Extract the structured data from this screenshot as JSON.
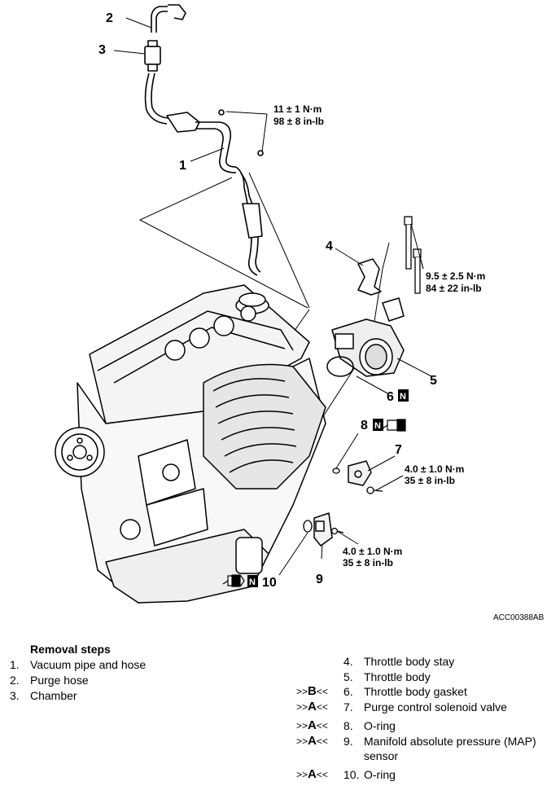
{
  "diagram": {
    "callouts": [
      "1",
      "2",
      "3",
      "4",
      "5",
      "6",
      "7",
      "8",
      "9",
      "10"
    ],
    "torques": [
      {
        "nm": "11 ± 1 N·m",
        "inlb": "98 ± 8 in-lb"
      },
      {
        "nm": "9.5 ± 2.5 N·m",
        "inlb": "84 ± 22 in-lb"
      },
      {
        "nm": "4.0 ± 1.0 N·m",
        "inlb": "35 ± 8 in-lb"
      },
      {
        "nm": "4.0 ± 1.0 N·m",
        "inlb": "35 ± 8 in-lb"
      }
    ],
    "n_mark": "N",
    "figure_code": "ACC00388AB",
    "icons": [
      "new-part-n-icon",
      "apply-oil-icon"
    ]
  },
  "removal": {
    "title": "Removal steps",
    "left": [
      {
        "num": "1.",
        "text": "Vacuum pipe and hose"
      },
      {
        "num": "2.",
        "text": "Purge hose"
      },
      {
        "num": "3.",
        "text": "Chamber"
      }
    ],
    "right": [
      {
        "mark_pre": "",
        "mark_letter": "",
        "mark_post": "",
        "num": "4.",
        "text": "Throttle body stay"
      },
      {
        "mark_pre": "",
        "mark_letter": "",
        "mark_post": "",
        "num": "5.",
        "text": "Throttle body"
      },
      {
        "mark_pre": ">>",
        "mark_letter": "B",
        "mark_post": "<<",
        "num": "6.",
        "text": "Throttle body gasket"
      },
      {
        "mark_pre": ">>",
        "mark_letter": "A",
        "mark_post": "<<",
        "num": "7.",
        "text": "Purge control solenoid valve"
      },
      {
        "mark_pre": ">>",
        "mark_letter": "A",
        "mark_post": "<<",
        "num": "8.",
        "text": "O-ring"
      },
      {
        "mark_pre": ">>",
        "mark_letter": "A",
        "mark_post": "<<",
        "num": "9.",
        "text": "Manifold absolute pressure (MAP)"
      },
      {
        "mark_pre": "",
        "mark_letter": "",
        "mark_post": "",
        "num": "",
        "text": "sensor"
      },
      {
        "mark_pre": ">>",
        "mark_letter": "A",
        "mark_post": "<<",
        "num": "10.",
        "text": "O-ring"
      }
    ]
  }
}
